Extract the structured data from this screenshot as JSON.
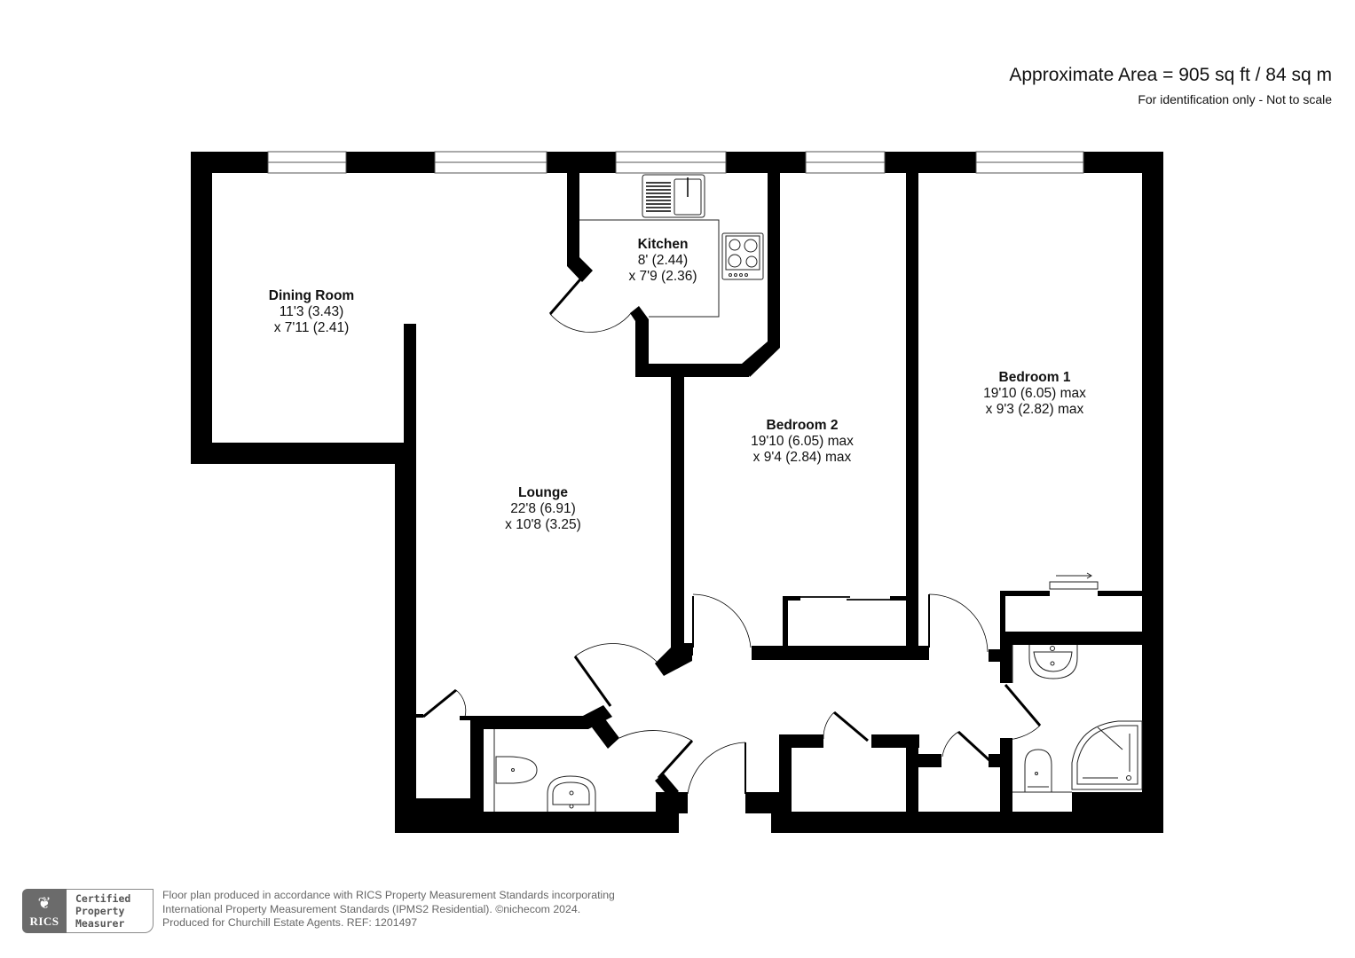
{
  "header": {
    "approximate_area": "Approximate Area = 905 sq ft / 84 sq m",
    "disclaimer": "For identification only - Not to scale"
  },
  "rooms": [
    {
      "name": "Dining Room",
      "dim1": "11'3 (3.43)",
      "dim2": "x 7'11 (2.41)"
    },
    {
      "name": "Kitchen",
      "dim1": "8' (2.44)",
      "dim2": "x 7'9 (2.36)"
    },
    {
      "name": "Lounge",
      "dim1": "22'8 (6.91)",
      "dim2": "x 10'8 (3.25)"
    },
    {
      "name": "Bedroom 2",
      "dim1": "19'10 (6.05) max",
      "dim2": "x 9'4 (2.84) max"
    },
    {
      "name": "Bedroom 1",
      "dim1": "19'10 (6.05) max",
      "dim2": "x 9'3 (2.82) max"
    }
  ],
  "fixtures": [
    "kitchen-sink",
    "hob",
    "wc-toilet",
    "wc-basin",
    "ensuite-basin",
    "ensuite-toilet",
    "corner-shower",
    "wardrobe-bedroom-2",
    "wardrobe-bedroom-1"
  ],
  "colors": {
    "wall": "#000000",
    "background": "#ffffff",
    "footer_text": "#666666",
    "badge_grey": "#6b6b6b"
  },
  "footer": {
    "badge": {
      "logo_text": "RICS",
      "line1": "Certified",
      "line2": "Property",
      "line3": "Measurer"
    },
    "line1": "Floor plan produced in accordance with RICS Property Measurement Standards incorporating",
    "line2": "International Property Measurement Standards (IPMS2 Residential).   ©nichecom 2024.",
    "line3": "Produced for Churchill Estate Agents.    REF: 1201497"
  }
}
